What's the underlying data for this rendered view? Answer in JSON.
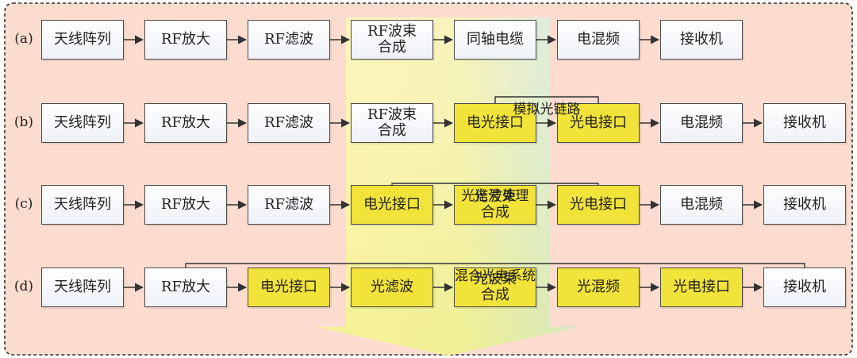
{
  "colors": {
    "background": "#fcdccf",
    "electrical_box": "#ffffff",
    "optical_box": "#f1e339",
    "border": "#4a4a4a"
  },
  "rows": [
    {
      "label": "(a)",
      "nodes": [
        {
          "text": "天线阵列",
          "kind": "electrical"
        },
        {
          "text": "RF放大",
          "kind": "electrical"
        },
        {
          "text": "RF滤波",
          "kind": "electrical"
        },
        {
          "text": "RF波束\n合成",
          "kind": "electrical"
        },
        {
          "text": "同轴电缆",
          "kind": "electrical"
        },
        {
          "text": "电混频",
          "kind": "electrical"
        },
        {
          "text": "接收机",
          "kind": "electrical"
        }
      ]
    },
    {
      "label": "(b)",
      "group": "模拟光链路",
      "nodes": [
        {
          "text": "天线阵列",
          "kind": "electrical"
        },
        {
          "text": "RF放大",
          "kind": "electrical"
        },
        {
          "text": "RF滤波",
          "kind": "electrical"
        },
        {
          "text": "RF波束\n合成",
          "kind": "electrical"
        },
        {
          "text": "电光接口",
          "kind": "optical"
        },
        {
          "text": "光电接口",
          "kind": "optical"
        },
        {
          "text": "电混频",
          "kind": "electrical"
        },
        {
          "text": "接收机",
          "kind": "electrical"
        }
      ]
    },
    {
      "label": "(c)",
      "group": "光信号处理",
      "nodes": [
        {
          "text": "天线阵列",
          "kind": "electrical"
        },
        {
          "text": "RF放大",
          "kind": "electrical"
        },
        {
          "text": "RF滤波",
          "kind": "electrical"
        },
        {
          "text": "电光接口",
          "kind": "optical"
        },
        {
          "text": "光波束\n合成",
          "kind": "optical"
        },
        {
          "text": "光电接口",
          "kind": "optical"
        },
        {
          "text": "电混频",
          "kind": "electrical"
        },
        {
          "text": "接收机",
          "kind": "electrical"
        }
      ]
    },
    {
      "label": "(d)",
      "group": "混合光电系统",
      "nodes": [
        {
          "text": "天线阵列",
          "kind": "electrical"
        },
        {
          "text": "RF放大",
          "kind": "electrical"
        },
        {
          "text": "电光接口",
          "kind": "optical"
        },
        {
          "text": "光滤波",
          "kind": "optical"
        },
        {
          "text": "光波束\n合成",
          "kind": "optical"
        },
        {
          "text": "光混频",
          "kind": "optical"
        },
        {
          "text": "光电接口",
          "kind": "optical"
        },
        {
          "text": "接收机",
          "kind": "electrical"
        }
      ]
    }
  ]
}
